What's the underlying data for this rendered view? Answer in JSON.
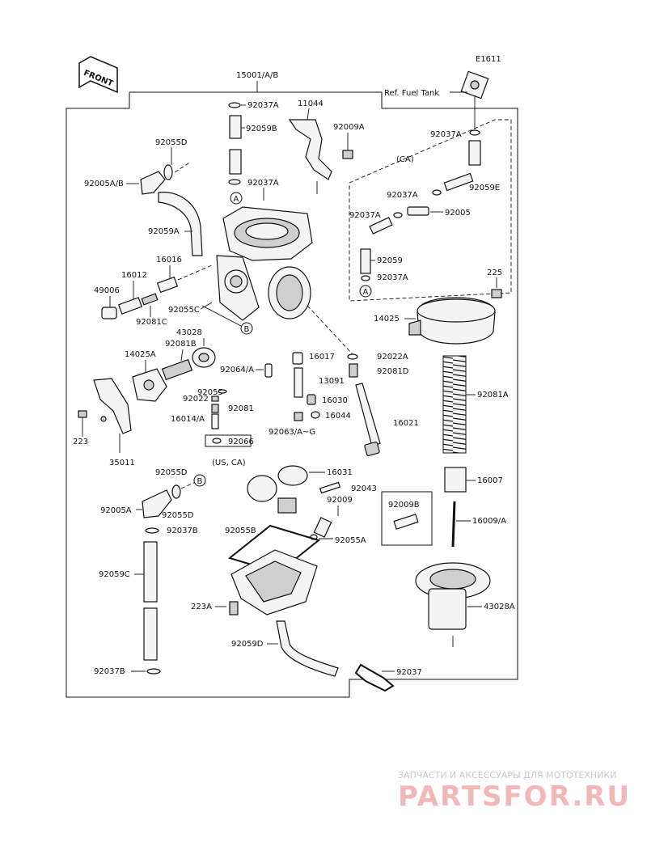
{
  "diagram": {
    "ref_code": "E1611",
    "front_label": "FRONT",
    "main_assembly": "15001/A/B",
    "ref_fuel_tank": "Ref. Fuel Tank",
    "labels": {
      "l_92037A_top": "92037A",
      "l_11044": "11044",
      "l_92059B": "92059B",
      "l_92009A": "92009A",
      "l_92037A_2": "92037A",
      "l_92055D": "92055D",
      "l_92005AB": "92005A/B",
      "l_92059A": "92059A",
      "l_16016": "16016",
      "l_16012": "16012",
      "l_49006": "49006",
      "l_92081C": "92081C",
      "l_92055C": "92055C",
      "l_43028": "43028",
      "l_92081B": "92081B",
      "l_14025A": "14025A",
      "l_92064A": "92064/A",
      "l_92055_mid": "92055",
      "l_92022": "92022",
      "l_92081": "92081",
      "l_16014A": "16014/A",
      "l_92066": "92066",
      "l_usca": "(US, CA)",
      "l_223": "223",
      "l_35011": "35011",
      "l_92037A_r1": "92037A",
      "l_ca": "(CA)",
      "l_92037A_r2": "92037A",
      "l_92059E": "92059E",
      "l_92037A_r3": "92037A",
      "l_92005": "92005",
      "l_92059": "92059",
      "l_92037A_r4": "92037A",
      "l_225": "225",
      "l_14025": "14025",
      "l_16017": "16017",
      "l_92022A": "92022A",
      "l_13091": "13091",
      "l_92081D": "92081D",
      "l_16030": "16030",
      "l_16044": "16044",
      "l_92063AG": "92063/A~G",
      "l_16021": "16021",
      "l_92081A": "92081A",
      "l_16031": "16031",
      "l_92043": "92043",
      "l_92009": "92009",
      "l_92009B": "92009B",
      "l_16007": "16007",
      "l_16009A": "16009/A",
      "l_92055D_b": "92055D",
      "l_92005A": "92005A",
      "l_92055D_c": "92055D",
      "l_92037B": "92037B",
      "l_92055B": "92055B",
      "l_92055A": "92055A",
      "l_92059C": "92059C",
      "l_223A": "223A",
      "l_43028A": "43028A",
      "l_92059D": "92059D",
      "l_92037B_b": "92037B",
      "l_92037": "92037"
    },
    "refs": {
      "a": "A",
      "b": "B"
    }
  },
  "watermark": {
    "tagline": "ЗАПЧАСТИ И АКСЕССУАРЫ ДЛЯ МОТОТЕХНИКИ",
    "brand": "PARTSFOR.RU"
  }
}
